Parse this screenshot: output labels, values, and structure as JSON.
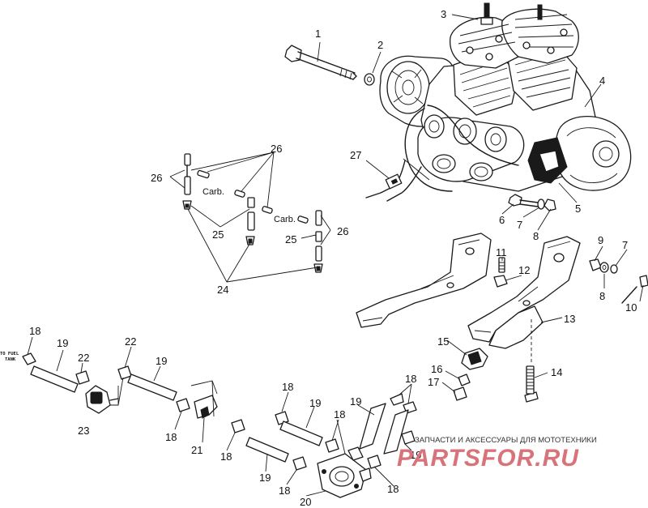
{
  "callouts": [
    {
      "id": "c1",
      "text": "1"
    },
    {
      "id": "c2",
      "text": "2"
    },
    {
      "id": "c3",
      "text": "3"
    },
    {
      "id": "c4",
      "text": "4"
    },
    {
      "id": "c5",
      "text": "5"
    },
    {
      "id": "c6",
      "text": "6"
    },
    {
      "id": "c7a",
      "text": "7"
    },
    {
      "id": "c8a",
      "text": "8"
    },
    {
      "id": "c9",
      "text": "9"
    },
    {
      "id": "c7b",
      "text": "7"
    },
    {
      "id": "c8b",
      "text": "8"
    },
    {
      "id": "c10",
      "text": "10"
    },
    {
      "id": "c11",
      "text": "11"
    },
    {
      "id": "c12",
      "text": "12"
    },
    {
      "id": "c13",
      "text": "13"
    },
    {
      "id": "c14",
      "text": "14"
    },
    {
      "id": "c15",
      "text": "15"
    },
    {
      "id": "c16",
      "text": "16"
    },
    {
      "id": "c17",
      "text": "17"
    },
    {
      "id": "c18a",
      "text": "18"
    },
    {
      "id": "c18b",
      "text": "18"
    },
    {
      "id": "c18c",
      "text": "18"
    },
    {
      "id": "c18d",
      "text": "18"
    },
    {
      "id": "c18e",
      "text": "18"
    },
    {
      "id": "c18f",
      "text": "18"
    },
    {
      "id": "c18g",
      "text": "18"
    },
    {
      "id": "c18h",
      "text": "18"
    },
    {
      "id": "c18i",
      "text": "18"
    },
    {
      "id": "c19a",
      "text": "19"
    },
    {
      "id": "c19b",
      "text": "19"
    },
    {
      "id": "c19c",
      "text": "19"
    },
    {
      "id": "c19d",
      "text": "19"
    },
    {
      "id": "c19e",
      "text": "19"
    },
    {
      "id": "c19f",
      "text": "19"
    },
    {
      "id": "c20",
      "text": "20"
    },
    {
      "id": "c21",
      "text": "21"
    },
    {
      "id": "c22a",
      "text": "22"
    },
    {
      "id": "c22b",
      "text": "22"
    },
    {
      "id": "c23",
      "text": "23"
    },
    {
      "id": "c24",
      "text": "24"
    },
    {
      "id": "c25a",
      "text": "25"
    },
    {
      "id": "c25b",
      "text": "25"
    },
    {
      "id": "c26a",
      "text": "26"
    },
    {
      "id": "c26b",
      "text": "26"
    },
    {
      "id": "c26c",
      "text": "26"
    },
    {
      "id": "c27",
      "text": "27"
    }
  ],
  "labels": {
    "carb_left": "Carb.",
    "carb_right": "Carb.",
    "to_fuel_line1": "TO FUEL",
    "to_fuel_line2": "TANK"
  },
  "watermark": {
    "tagline": "ЗАПЧАСТИ И АКСЕССУАРЫ ДЛЯ МОТОТЕХНИКИ",
    "brand": "PARTSFOR.RU"
  }
}
